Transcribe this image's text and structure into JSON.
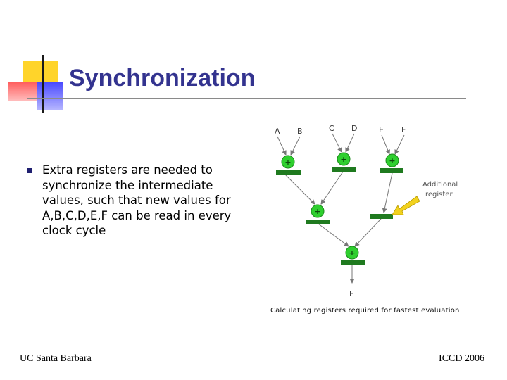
{
  "slide": {
    "title": "Synchronization",
    "bullet": "Extra registers are needed to synchronize the intermediate values, such that new values for A,B,C,D,E,F can be read in every clock cycle",
    "footer_left": "UC Santa Barbara",
    "footer_right": "ICCD 2006"
  },
  "diagram": {
    "inputs": [
      "A",
      "B",
      "C",
      "D",
      "E",
      "F"
    ],
    "adder_symbol": "+",
    "annotation": [
      "Additional",
      "register"
    ],
    "output": "F",
    "caption": "Calculating registers required for fastest evaluation"
  },
  "colors": {
    "title": "#33338f",
    "adder": "#2fcf2f",
    "register": "#1f7a1f",
    "arrow": "#f2d21e",
    "deco_yellow": "#ffd42a",
    "deco_red": "#ff6a6a",
    "deco_blue": "#5b5bff"
  }
}
